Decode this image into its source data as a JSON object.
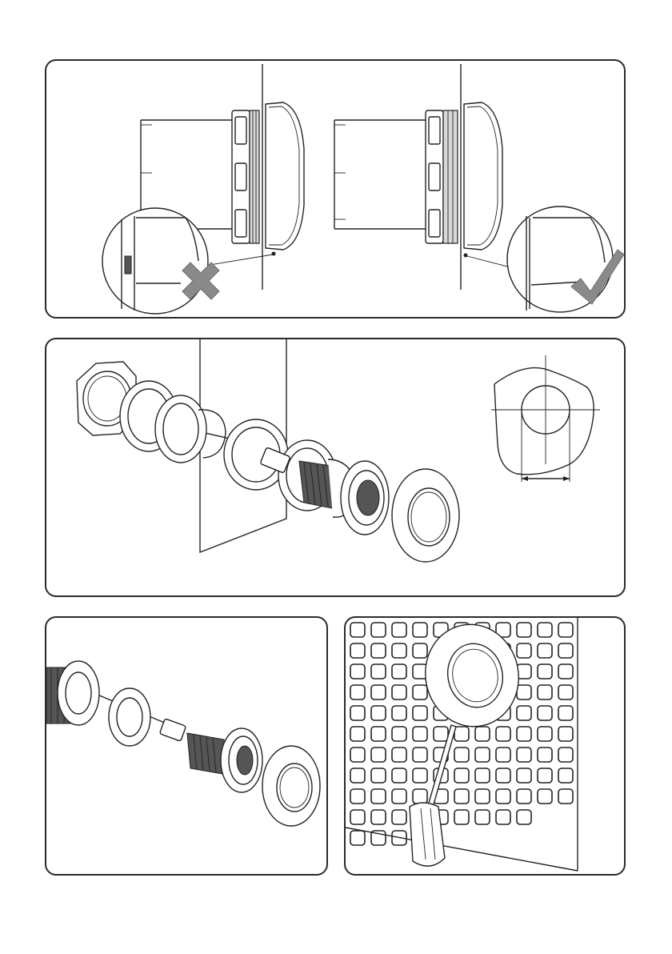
{
  "figure": {
    "panels": [
      {
        "id": "incorrect-correct-mounting"
      },
      {
        "id": "exploded-assembly-with-cutout"
      },
      {
        "id": "exploded-assembly-detail"
      },
      {
        "id": "grid-installation-with-screwdriver"
      }
    ],
    "icons": [
      "cross-mark-icon",
      "check-mark-icon"
    ],
    "colors": {
      "line": "#222222",
      "mark": "#8a8a8a",
      "background": "#ffffff"
    }
  }
}
